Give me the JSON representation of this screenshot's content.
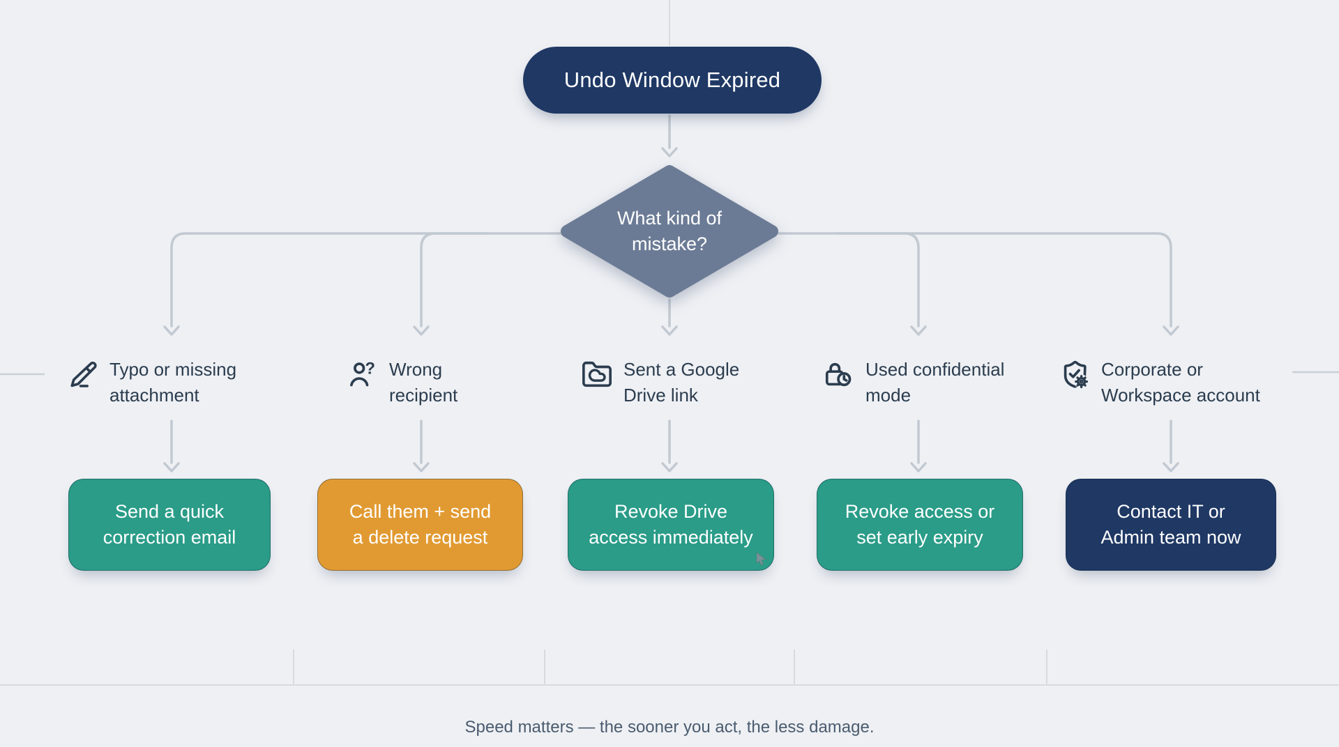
{
  "flowchart": {
    "root_label": "Undo Window Expired",
    "decision": {
      "text": "What kind of mistake?",
      "lines": [
        "What kind of",
        "mistake?"
      ]
    },
    "branches": [
      {
        "icon": "pencil-icon",
        "condition": "Typo or missing attachment",
        "condition_lines": [
          "Typo or missing",
          "attachment"
        ],
        "action": "Send a quick correction email",
        "action_lines": [
          "Send a quick",
          "correction email"
        ],
        "action_color": "#2a9c88"
      },
      {
        "icon": "user-question-icon",
        "condition": "Wrong recipient",
        "condition_lines": [
          "Wrong",
          "recipient"
        ],
        "action": "Call them + send a delete request",
        "action_lines": [
          "Call them + send",
          "a delete request"
        ],
        "action_color": "#e19a32"
      },
      {
        "icon": "folder-cloud-icon",
        "condition": "Sent a Google Drive link",
        "condition_lines": [
          "Sent a Google",
          "Drive link"
        ],
        "action": "Revoke Drive access immediately",
        "action_lines": [
          "Revoke Drive",
          "access immediately"
        ],
        "action_color": "#2a9c88"
      },
      {
        "icon": "lock-clock-icon",
        "condition": "Used confidential mode",
        "condition_lines": [
          "Used confidential",
          "mode"
        ],
        "action": "Revoke access or set early expiry",
        "action_lines": [
          "Revoke access or",
          "set early expiry"
        ],
        "action_color": "#2a9c88"
      },
      {
        "icon": "shield-gear-icon",
        "condition": "Corporate or Workspace account",
        "condition_lines": [
          "Corporate or",
          "Workspace account"
        ],
        "action": "Contact IT or Admin team now",
        "action_lines": [
          "Contact IT or",
          "Admin team now"
        ],
        "action_color": "#1f3864"
      }
    ],
    "footer": "Speed matters — the sooner you act, the less damage.",
    "colors": {
      "background": "#eef0f4",
      "navy": "#1f3864",
      "slate_diamond": "#6c7b95",
      "teal": "#2a9c88",
      "orange": "#e19a32",
      "connector": "#c2c9d1",
      "label_text": "#2b3c4e",
      "footer_text": "#4a5b6e"
    }
  }
}
